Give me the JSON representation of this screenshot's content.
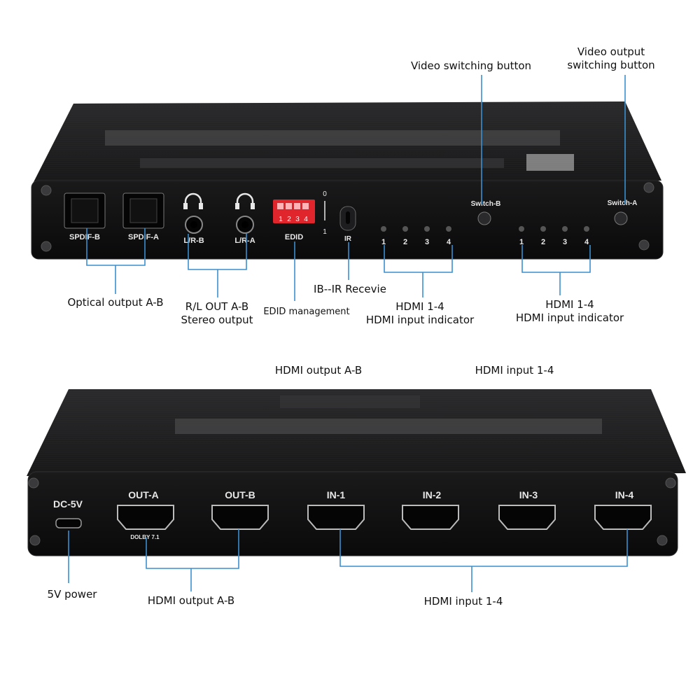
{
  "top_panel": {
    "ports": {
      "spdif_b": "SPDIF-B",
      "spdif_a": "SPDIF-A",
      "lr_b": "L/R-B",
      "lr_a": "L/R-A",
      "edid": "EDID",
      "edid_switch_numbers": [
        "1",
        "2",
        "3",
        "4"
      ],
      "edid_pos_0": "0",
      "edid_pos_1": "1",
      "ir": "IR",
      "switch_b": "Switch-B",
      "switch_a": "Switch-A",
      "led_numbers": [
        "1",
        "2",
        "3",
        "4"
      ]
    },
    "callouts": {
      "video_switching_button": "Video switching button",
      "video_output_switching_l1": "Video output",
      "video_output_switching_l2": "switching button",
      "optical_output": "Optical output A-B",
      "rl_out_l1": "R/L OUT A-B",
      "rl_out_l2": "Stereo output",
      "edid_management": "EDID management",
      "ir_receive": "IB--IR Recevie",
      "hdmi_ind_b_l1": "HDMI 1-4",
      "hdmi_ind_b_l2": "HDMI input indicator",
      "hdmi_ind_a_l1": "HDMI 1-4",
      "hdmi_ind_a_l2": "HDMI input indicator"
    }
  },
  "bottom_panel": {
    "ports": {
      "dc": "DC-5V",
      "out_a": "OUT-A",
      "out_b": "OUT-B",
      "in_1": "IN-1",
      "in_2": "IN-2",
      "in_3": "IN-3",
      "in_4": "IN-4",
      "dolby": "DOLBY 7.1"
    },
    "callouts": {
      "hdmi_output_top": "HDMI output A-B",
      "hdmi_input_top": "HDMI input 1-4",
      "power": "5V power",
      "hdmi_output": "HDMI output A-B",
      "hdmi_input": "HDMI input 1-4"
    }
  },
  "colors": {
    "callout_line": "#3a8fd0",
    "device_body": "#1c1c1e",
    "device_face": "#0f0f10",
    "panel_text": "#e8e8e8",
    "edid_red": "#e0252c"
  }
}
